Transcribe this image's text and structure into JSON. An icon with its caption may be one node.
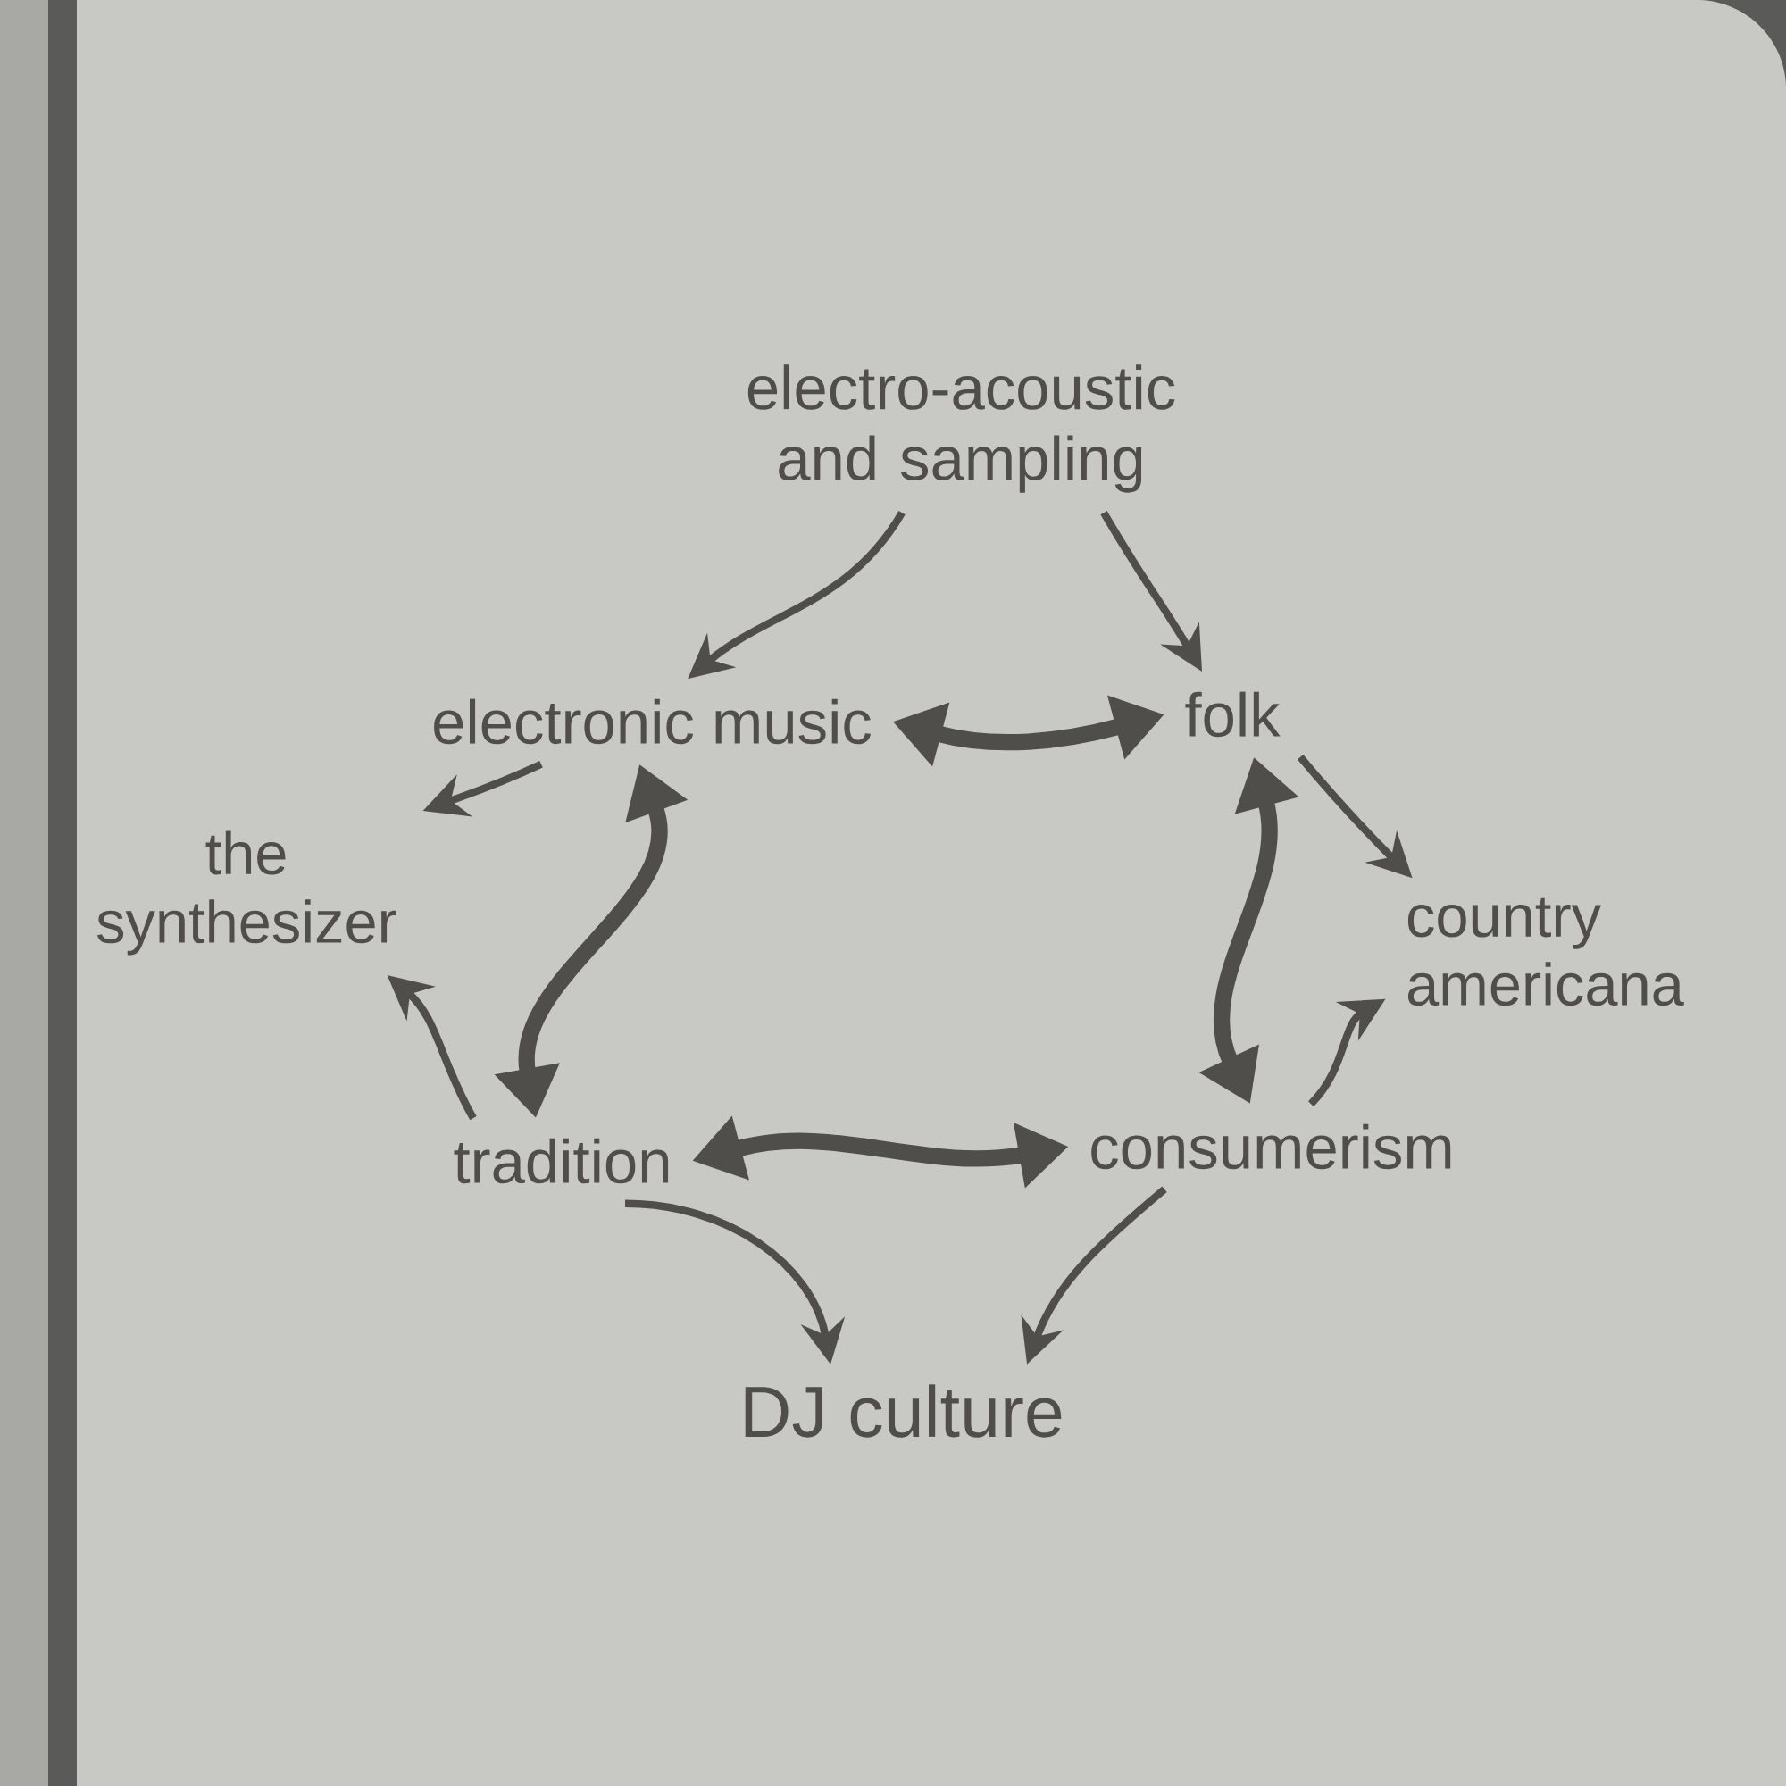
{
  "diagram": {
    "nodes": [
      {
        "text": [
          "electro-acoustic and sampling"
        ]
      },
      {
        "text": [
          "electronic music"
        ]
      },
      {
        "text": [
          "folk"
        ]
      },
      {
        "text": [
          "the synthesizer"
        ]
      },
      {
        "text": [
          "country americana"
        ]
      },
      {
        "text": [
          "tradition"
        ]
      },
      {
        "text": [
          "consumerism"
        ]
      },
      {
        "text": [
          "DJ culture"
        ]
      }
    ],
    "edges": [
      {
        "from": 0,
        "to": 1,
        "arrow": "to"
      },
      {
        "from": 0,
        "to": 2,
        "arrow": "to"
      },
      {
        "from": 1,
        "to": 2,
        "arrow": "both",
        "style": "thick"
      },
      {
        "from": 1,
        "to": 3,
        "arrow": "to"
      },
      {
        "from": 5,
        "to": 3,
        "arrow": "to"
      },
      {
        "from": 1,
        "to": 5,
        "arrow": "both",
        "style": "thick"
      },
      {
        "from": 2,
        "to": 4,
        "arrow": "to"
      },
      {
        "from": 2,
        "to": 6,
        "arrow": "both",
        "style": "thick"
      },
      {
        "from": 6,
        "to": 4,
        "arrow": "to"
      },
      {
        "from": 5,
        "to": 6,
        "arrow": "both",
        "style": "thick"
      },
      {
        "from": 5,
        "to": 7,
        "arrow": "to"
      },
      {
        "from": 6,
        "to": 7,
        "arrow": "to"
      }
    ]
  }
}
